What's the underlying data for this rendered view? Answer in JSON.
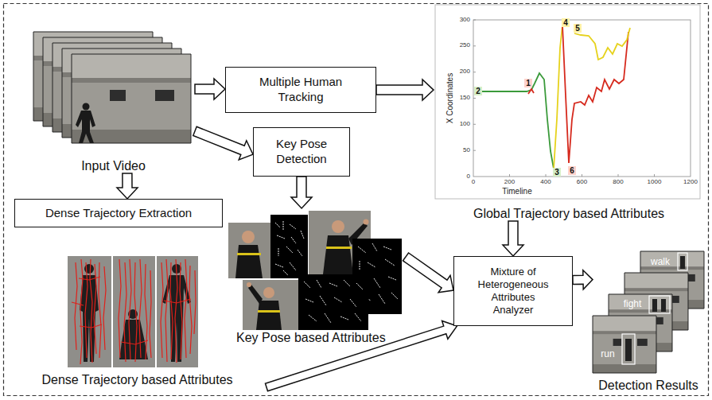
{
  "diagram": {
    "nodes": [
      {
        "text": [
          "Input Video"
        ]
      },
      {
        "text": [
          "Multiple Human Tracking"
        ]
      },
      {
        "text": [
          "Global Trajectory based Attributes"
        ]
      },
      {
        "text": [
          "Key Pose Detection"
        ]
      },
      {
        "text": [
          "Dense Trajectory Extraction"
        ]
      },
      {
        "text": [
          "Key Pose based Attributes"
        ]
      },
      {
        "text": [
          "Mixture of Heterogeneous Attributes Analyzer"
        ]
      },
      {
        "text": [
          "Dense Trajectory based Attributes"
        ]
      },
      {
        "text": [
          "Detection Results"
        ]
      }
    ],
    "edges": [
      {
        "from": 0,
        "to": 1,
        "arrow": "to"
      },
      {
        "from": 1,
        "to": 2,
        "arrow": "to"
      },
      {
        "from": 0,
        "to": 3,
        "arrow": "to"
      },
      {
        "from": 0,
        "to": 4,
        "arrow": "to"
      },
      {
        "from": 3,
        "to": 5,
        "arrow": "to"
      },
      {
        "from": 2,
        "to": 6,
        "arrow": "to"
      },
      {
        "from": 5,
        "to": 6,
        "arrow": "to"
      },
      {
        "from": 7,
        "to": 6,
        "arrow": "to"
      },
      {
        "from": 6,
        "to": 8,
        "arrow": "to"
      }
    ],
    "labels": [
      "2",
      "1",
      "4",
      "5",
      "3",
      "6",
      "X Coordinates",
      "Timeline",
      "300",
      "250",
      "200",
      "150",
      "100",
      "50",
      "0",
      "0",
      "200",
      "400",
      "600",
      "800",
      "1000",
      "1200",
      "walk",
      "fight",
      "run"
    ]
  }
}
